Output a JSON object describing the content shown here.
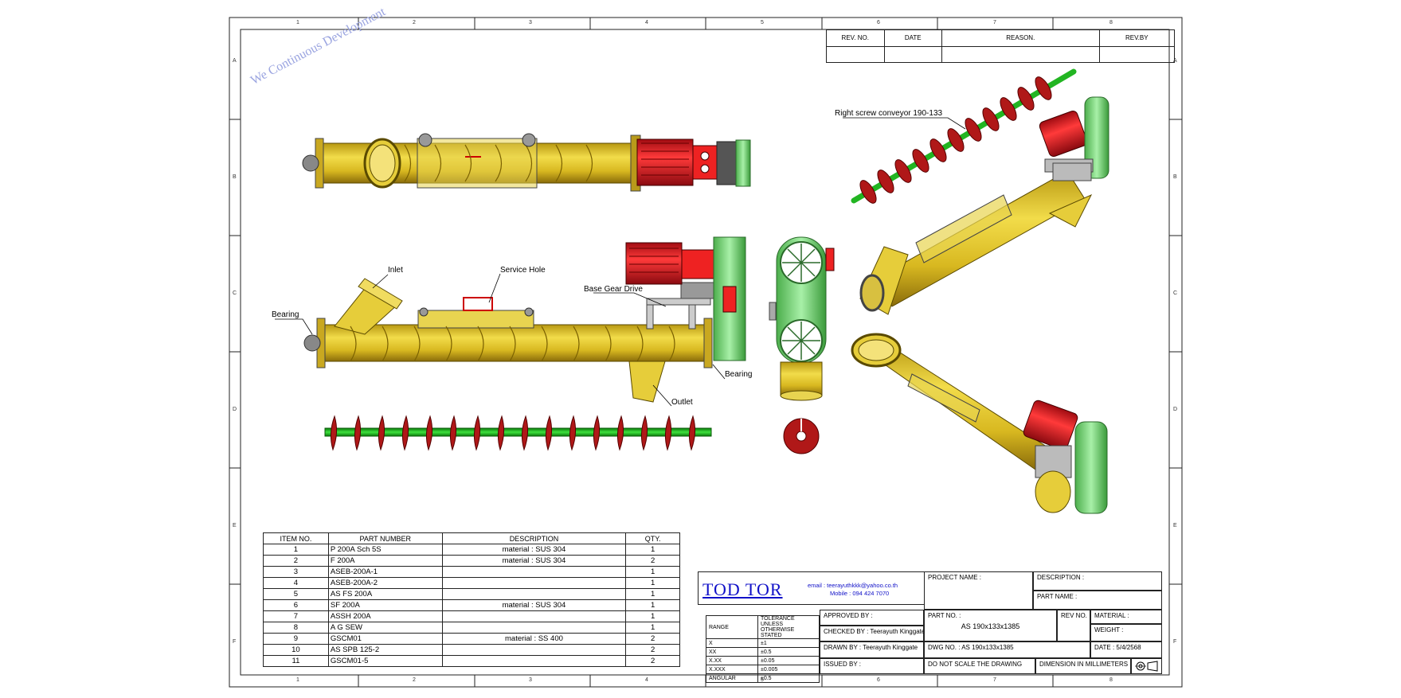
{
  "watermark": "We Continuous Development",
  "zones": {
    "columns": [
      "1",
      "2",
      "3",
      "4",
      "5",
      "6",
      "7",
      "8"
    ],
    "rows": [
      "A",
      "B",
      "C",
      "D",
      "E",
      "F"
    ]
  },
  "revision_table": {
    "headers": [
      "REV. NO.",
      "DATE",
      "REASON.",
      "REV.BY"
    ]
  },
  "callouts": {
    "inlet": "Inlet",
    "service_hole": "Service Hole",
    "base_gear_drive": "Base Gear Drive",
    "bearing_left": "Bearing",
    "bearing_right": "Bearing",
    "outlet": "Outlet",
    "right_screw": "Right screw conveyor 190-133"
  },
  "bom": {
    "headers": [
      "ITEM NO.",
      "PART NUMBER",
      "DESCRIPTION",
      "QTY."
    ],
    "rows": [
      [
        "1",
        "P 200A Sch 5S",
        "material : SUS 304",
        "1"
      ],
      [
        "2",
        "F 200A",
        "material : SUS 304",
        "2"
      ],
      [
        "3",
        "ASEB-200A-1",
        "",
        "1"
      ],
      [
        "4",
        "ASEB-200A-2",
        "",
        "1"
      ],
      [
        "5",
        "AS FS 200A",
        "",
        "1"
      ],
      [
        "6",
        "SF 200A",
        "material : SUS 304",
        "1"
      ],
      [
        "7",
        "ASSH 200A",
        "",
        "1"
      ],
      [
        "8",
        "A G SEW",
        "",
        "1"
      ],
      [
        "9",
        "GSCM01",
        "material : SS 400",
        "2"
      ],
      [
        "10",
        "AS SPB 125-2",
        "",
        "2"
      ],
      [
        "11",
        "GSCM01-5",
        "",
        "2"
      ]
    ]
  },
  "title_block": {
    "company": "TOD TOR",
    "email": "email : teerayuthkkk@yahoo.co.th",
    "mobile": "Mobile : 094 424 7070",
    "project_name": "PROJECT NAME :",
    "description": "DESCRIPTION :",
    "part_name": "PART NAME :",
    "approved_by": "APPROVED BY :",
    "checked_by": "CHECKED BY : Teerayuth Kinggate",
    "drawn_by": "DRAWN BY : Teerayuth Kinggate",
    "issued_by": "ISSUED BY :",
    "part_no_label": "PART NO. :",
    "part_no_value": "AS 190x133x1385",
    "rev_no": "REV NO.",
    "material": "MATERIAL :",
    "weight": "WEIGHT :",
    "dwg_no": "DWG NO. :   AS 190x133x1385",
    "date": "DATE :    5/4/2568",
    "do_not_scale": "DO NOT SCALE THE DRAWING",
    "dimension_units": "DIMENSION IN MILLIMETERS",
    "tolerance_header": [
      "RANGE",
      "TOLERANCE UNLESS OTHERWISE STATED"
    ],
    "tolerance_rows": [
      [
        "X",
        "±1"
      ],
      [
        "XX",
        "±0.5"
      ],
      [
        "X.XX",
        "±0.05"
      ],
      [
        "X.XXX",
        "±0.005"
      ],
      [
        "ANGULAR",
        "±0.5"
      ]
    ]
  },
  "colors": {
    "tube": "#e0c42a",
    "tube_dark": "#9a7c10",
    "motor": "#e8202a",
    "gearbox": "#7fd67f",
    "screw_shaft": "#22b522",
    "flight": "#b01818",
    "watermark": "#9aa4e0",
    "brand": "#1010c8"
  }
}
